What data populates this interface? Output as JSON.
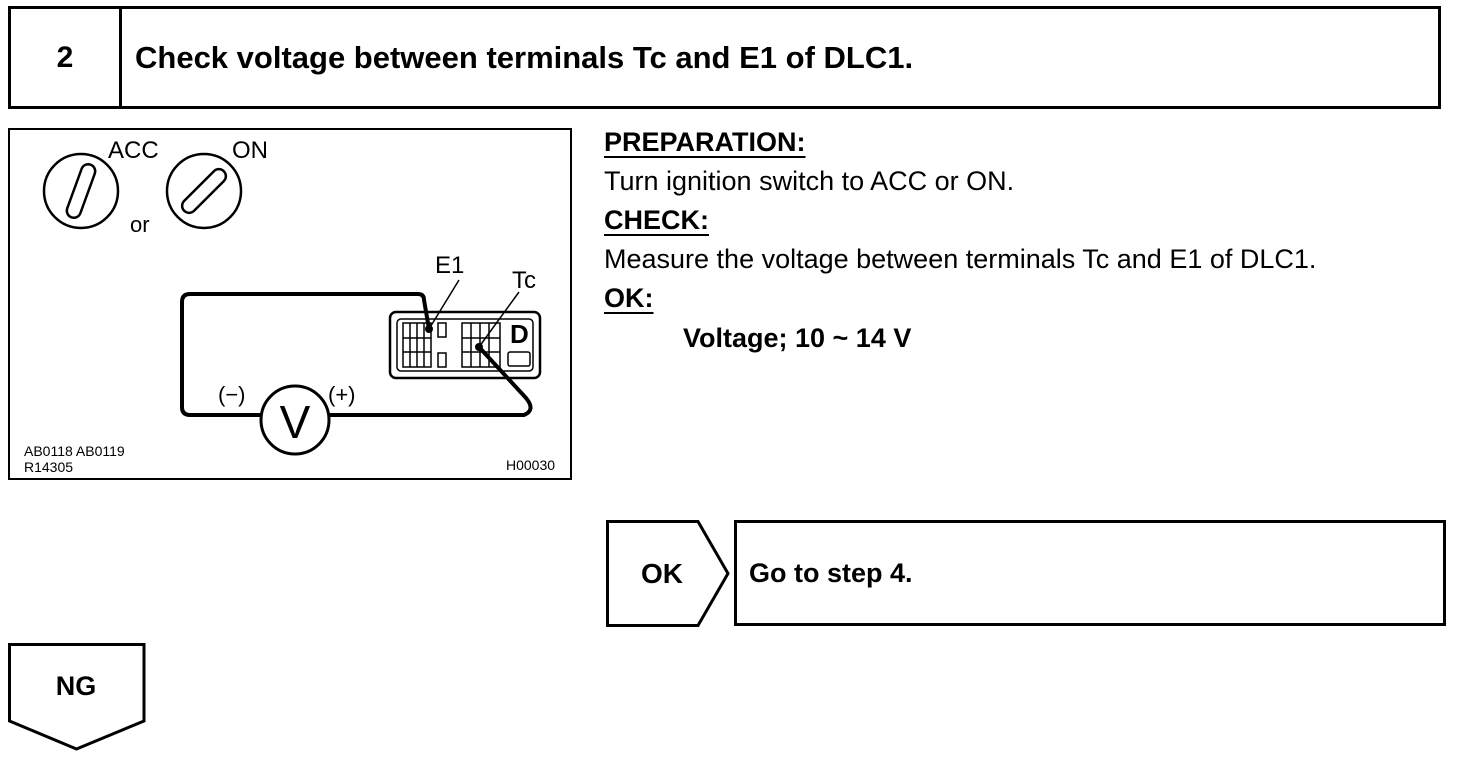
{
  "header": {
    "step_number": "2",
    "title": "Check voltage between terminals Tc and E1 of DLC1."
  },
  "figure": {
    "label_acc": "ACC",
    "label_on": "ON",
    "label_or": "or",
    "label_e1": "E1",
    "label_tc": "Tc",
    "label_minus": "(−)",
    "label_plus": "(+)",
    "meter_symbol": "V",
    "connector_letter": "D",
    "code_1": "AB0118  AB0119",
    "code_2": "R14305",
    "code_3": "H00030"
  },
  "procedure": {
    "preparation_label": "PREPARATION:",
    "preparation_text": "Turn ignition switch to ACC or ON.",
    "check_label": "CHECK:",
    "check_text": "Measure the voltage between terminals Tc and E1 of DLC1.",
    "ok_label": "OK:",
    "ok_text": "Voltage; 10 ~ 14 V"
  },
  "results": {
    "ok_label": "OK",
    "ok_action": "Go to step 4.",
    "ng_label": "NG"
  }
}
